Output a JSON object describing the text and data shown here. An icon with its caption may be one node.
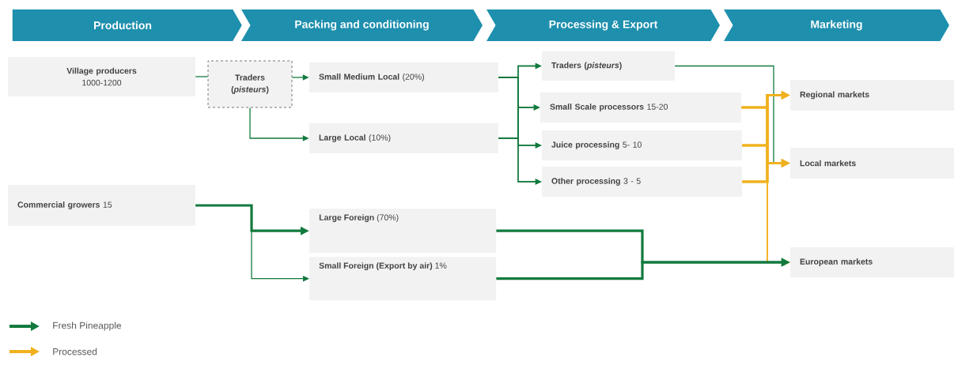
{
  "diagram": {
    "nodes": [
      {
        "text": [
          "Production"
        ]
      },
      {
        "text": [
          "Packing and conditioning"
        ]
      },
      {
        "text": [
          "Processing & Export"
        ]
      },
      {
        "text": [
          "Marketing"
        ]
      },
      {
        "text": [
          "Village producers",
          "1000-1200"
        ]
      },
      {
        "text": [
          "Traders (*pisteurs*)"
        ]
      },
      {
        "text": [
          "**Small Medium Local** (20%)"
        ]
      },
      {
        "text": [
          "**Large Local** (10%)"
        ]
      },
      {
        "text": [
          "Traders (*pisteurs*)"
        ]
      },
      {
        "text": [
          "**Small Scale processors** 15-20"
        ]
      },
      {
        "text": [
          "**Juice processing** 5- 10"
        ]
      },
      {
        "text": [
          "**Other processing** 3 - 5"
        ]
      },
      {
        "text": [
          "Regional markets"
        ]
      },
      {
        "text": [
          "Local markets"
        ]
      },
      {
        "text": [
          "**Commercial growers** 15"
        ]
      },
      {
        "text": [
          "**Large Foreign** (70%)"
        ]
      },
      {
        "text": [
          "**Small Foreign (Export by air)** 1%"
        ]
      },
      {
        "text": [
          "European markets"
        ]
      }
    ],
    "edges": [
      {
        "from": 4,
        "to": 5,
        "arrow": "none"
      },
      {
        "from": 5,
        "to": 6,
        "arrow": "to"
      },
      {
        "from": 5,
        "to": 7,
        "arrow": "to"
      },
      {
        "from": 6,
        "to": 8,
        "arrow": "to"
      },
      {
        "from": 6,
        "to": 9,
        "arrow": "to"
      },
      {
        "from": 6,
        "to": 10,
        "arrow": "to"
      },
      {
        "from": 6,
        "to": 11,
        "arrow": "to"
      },
      {
        "from": 7,
        "to": 8,
        "arrow": "to"
      },
      {
        "from": 7,
        "to": 9,
        "arrow": "to"
      },
      {
        "from": 7,
        "to": 10,
        "arrow": "to"
      },
      {
        "from": 7,
        "to": 11,
        "arrow": "to"
      },
      {
        "from": 8,
        "to": 13,
        "arrow": "to"
      },
      {
        "from": 9,
        "to": 12,
        "arrow": "to",
        "style": "thick",
        "color": "#f0b11e"
      },
      {
        "from": 9,
        "to": 13,
        "arrow": "to",
        "style": "thick",
        "color": "#f0b11e"
      },
      {
        "from": 9,
        "to": 17,
        "arrow": "to",
        "color": "#f0b11e"
      },
      {
        "from": 10,
        "to": 12,
        "arrow": "to",
        "style": "thick",
        "color": "#f0b11e"
      },
      {
        "from": 10,
        "to": 13,
        "arrow": "to",
        "style": "thick",
        "color": "#f0b11e"
      },
      {
        "from": 10,
        "to": 17,
        "arrow": "to",
        "color": "#f0b11e"
      },
      {
        "from": 11,
        "to": 12,
        "arrow": "to",
        "style": "thick",
        "color": "#f0b11e"
      },
      {
        "from": 11,
        "to": 13,
        "arrow": "to",
        "style": "thick",
        "color": "#f0b11e"
      },
      {
        "from": 11,
        "to": 17,
        "arrow": "to",
        "color": "#f0b11e"
      },
      {
        "from": 14,
        "to": 15,
        "arrow": "to",
        "style": "thick"
      },
      {
        "from": 14,
        "to": 16,
        "arrow": "to"
      },
      {
        "from": 15,
        "to": 17,
        "arrow": "to",
        "style": "thick"
      },
      {
        "from": 16,
        "to": 17,
        "arrow": "to",
        "style": "thick"
      }
    ],
    "legend": [
      {
        "text": "Fresh Pineapple",
        "color": "#127a3e"
      },
      {
        "text": "Processed",
        "color": "#f0b11e"
      }
    ]
  }
}
